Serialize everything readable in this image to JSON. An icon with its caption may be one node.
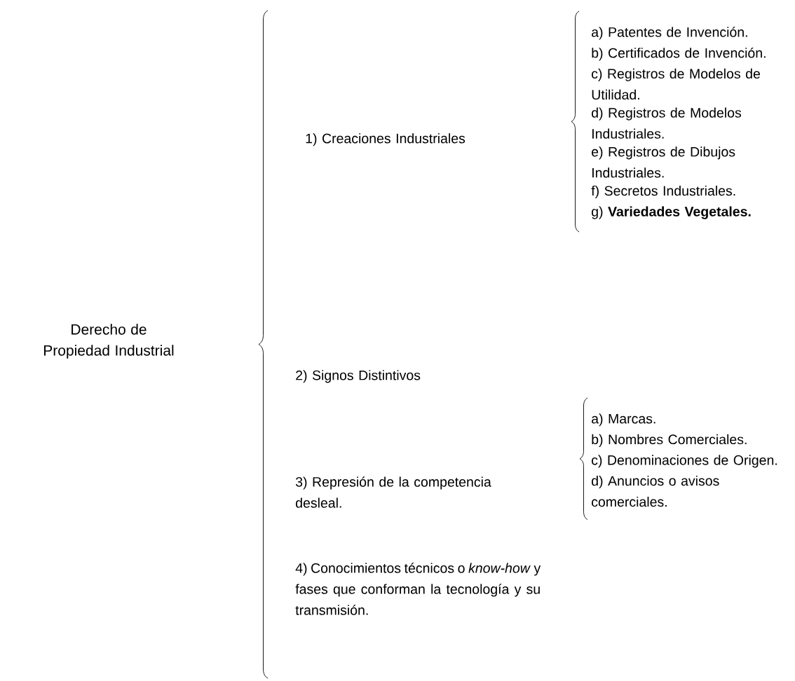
{
  "diagram": {
    "labels": [
      "Derecho de Propiedad Industrial",
      "1) Creaciones Industriales",
      "a) Patentes de Invención.",
      "b) Certificados de Invención.",
      "c) Registros de Modelos de Utilidad.",
      "d) Registros de Modelos Industriales.",
      "e) Registros de Dibujos Industriales.",
      "f) Secretos Industriales.",
      "g) **Variedades Vegetales.**",
      "2) Signos Distintivos",
      "3) Represión de la competencia desleal.",
      "4) Conocimientos técnicos o *know-how* y fases que conforman la tecnología y su transmisión.",
      "a) Marcas.",
      "b) Nombres Comerciales.",
      "c) Denominaciones de Origen.",
      "d) Anuncios o avisos comerciales."
    ]
  }
}
